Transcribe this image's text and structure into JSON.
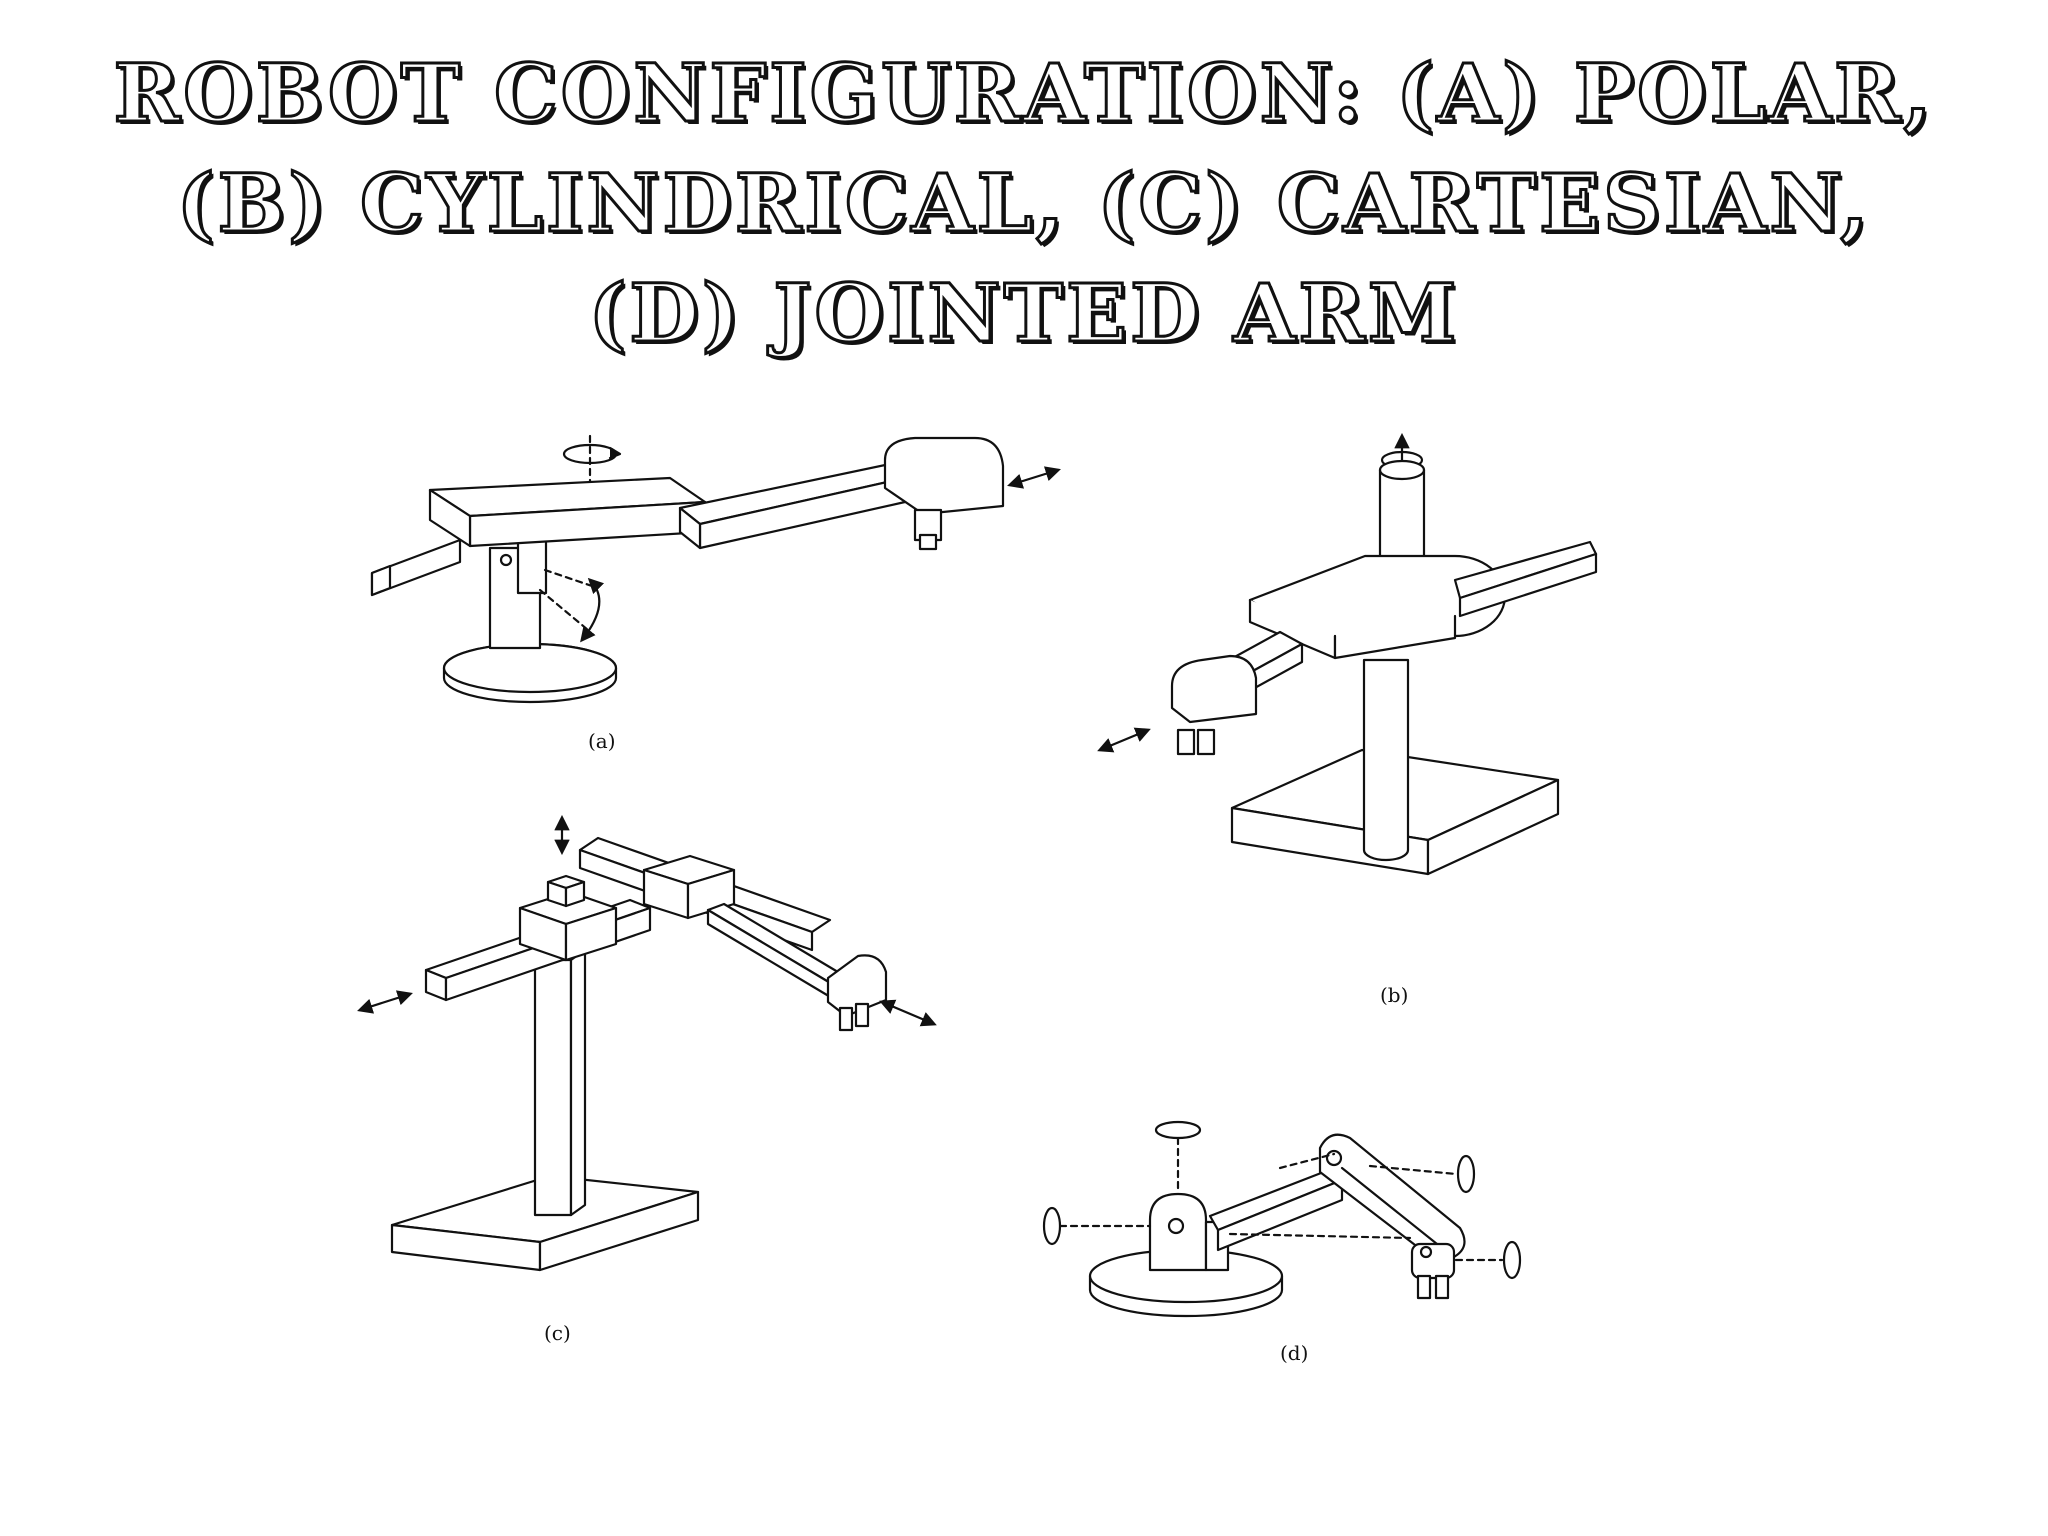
{
  "title": {
    "line1": "Robot Configuration: (a) Polar,",
    "line2": "(b) Cylindrical,  (c) Cartesian,",
    "line3": "(d) Jointed Arm"
  },
  "figure": {
    "labels": {
      "a": "(a)",
      "b": "(b)",
      "c": "(c)",
      "d": "(d)"
    }
  },
  "colors": {
    "line": "#111111",
    "fill": "#ffffff",
    "title_fill": "#ffffff",
    "title_stroke": "#111111"
  }
}
